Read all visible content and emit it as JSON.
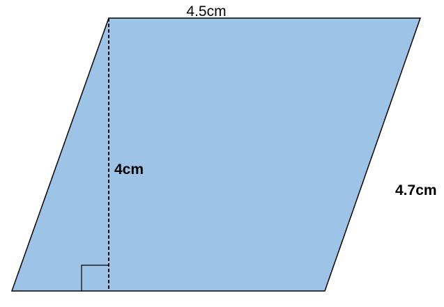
{
  "diagram": {
    "shape": "parallelogram",
    "fill_color": "#9dc3e6",
    "stroke_color": "#000000",
    "labels": {
      "top_side": "4.5cm",
      "height": "4cm",
      "slant_side": "4.7cm"
    },
    "height_line": "dashed",
    "right_angle_marker": true
  }
}
